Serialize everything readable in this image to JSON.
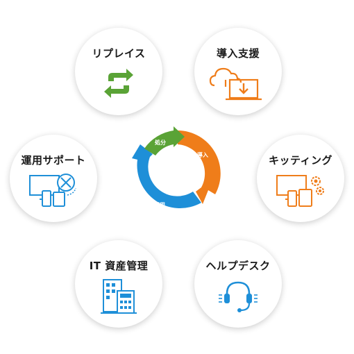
{
  "nodes": {
    "replace": "リプレイス",
    "intro": "導入支援",
    "ops": "運用サポート",
    "kitting": "キッティング",
    "asset": "IT 資産管理",
    "help": "ヘルプデスク"
  },
  "cycle": {
    "dispose": "処分",
    "intro": "導入",
    "ops": "運用"
  },
  "colors": {
    "green": "#5aa336",
    "orange": "#ef7d1a",
    "blue": "#1e8fd8",
    "text": "#1a1a1a"
  },
  "icons": [
    "recycle-arrows-icon",
    "cloud-laptop-download-icon",
    "devices-tools-icon",
    "devices-gears-icon",
    "building-calculator-icon",
    "headset-icon"
  ]
}
